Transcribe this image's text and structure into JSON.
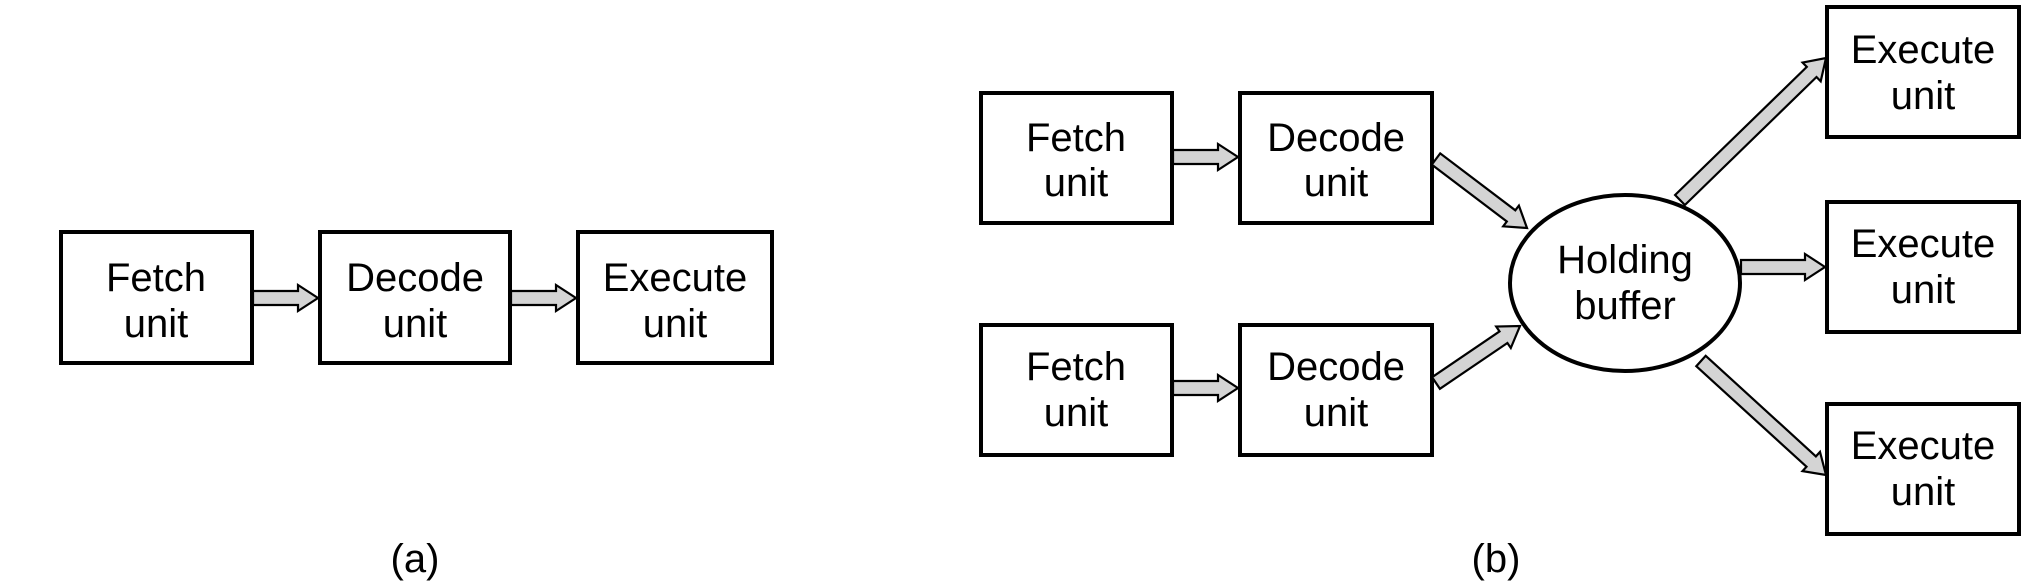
{
  "part_a": {
    "fetch": {
      "line1": "Fetch",
      "line2": "unit"
    },
    "decode": {
      "line1": "Decode",
      "line2": "unit"
    },
    "execute": {
      "line1": "Execute",
      "line2": "unit"
    },
    "caption": "(a)"
  },
  "part_b": {
    "fetch_top": {
      "line1": "Fetch",
      "line2": "unit"
    },
    "decode_top": {
      "line1": "Decode",
      "line2": "unit"
    },
    "fetch_bottom": {
      "line1": "Fetch",
      "line2": "unit"
    },
    "decode_bottom": {
      "line1": "Decode",
      "line2": "unit"
    },
    "holding_buffer": {
      "line1": "Holding",
      "line2": "buffer"
    },
    "execute_top": {
      "line1": "Execute",
      "line2": "unit"
    },
    "execute_middle": {
      "line1": "Execute",
      "line2": "unit"
    },
    "execute_bottom": {
      "line1": "Execute",
      "line2": "unit"
    },
    "caption": "(b)"
  },
  "colors": {
    "arrow_fill": "#d4d4d4",
    "stroke": "#000000",
    "background": "#ffffff"
  }
}
